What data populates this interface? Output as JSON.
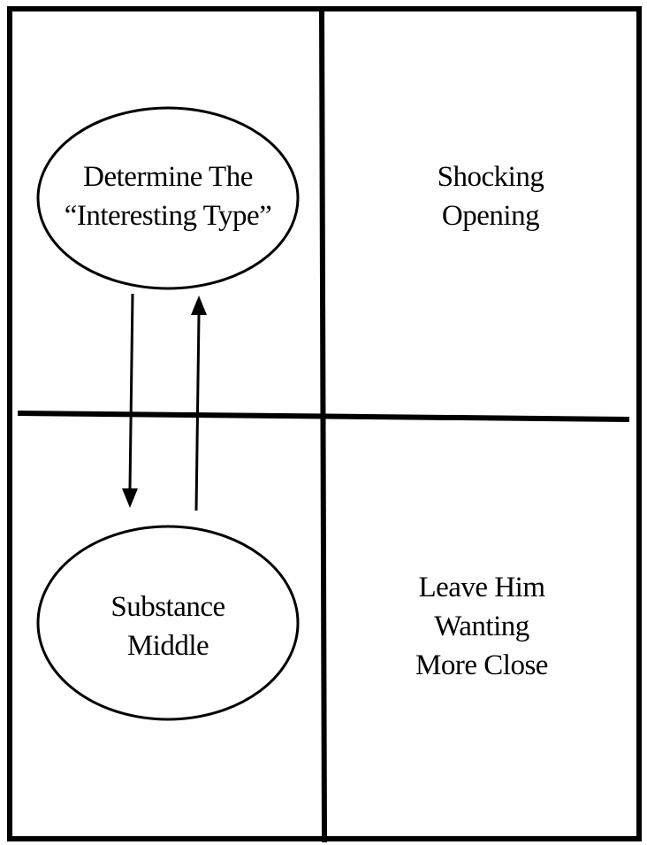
{
  "quadrants": {
    "top_left": {
      "lines": [
        "Determine The",
        "“Interesting Type”"
      ]
    },
    "top_right": {
      "lines": [
        "Shocking",
        "Opening"
      ]
    },
    "bottom_left": {
      "lines": [
        "Substance",
        "Middle"
      ]
    },
    "bottom_right": {
      "lines": [
        "Leave Him",
        "Wanting",
        "More Close"
      ]
    }
  },
  "colors": {
    "stroke": "#000000",
    "background": "#ffffff"
  }
}
